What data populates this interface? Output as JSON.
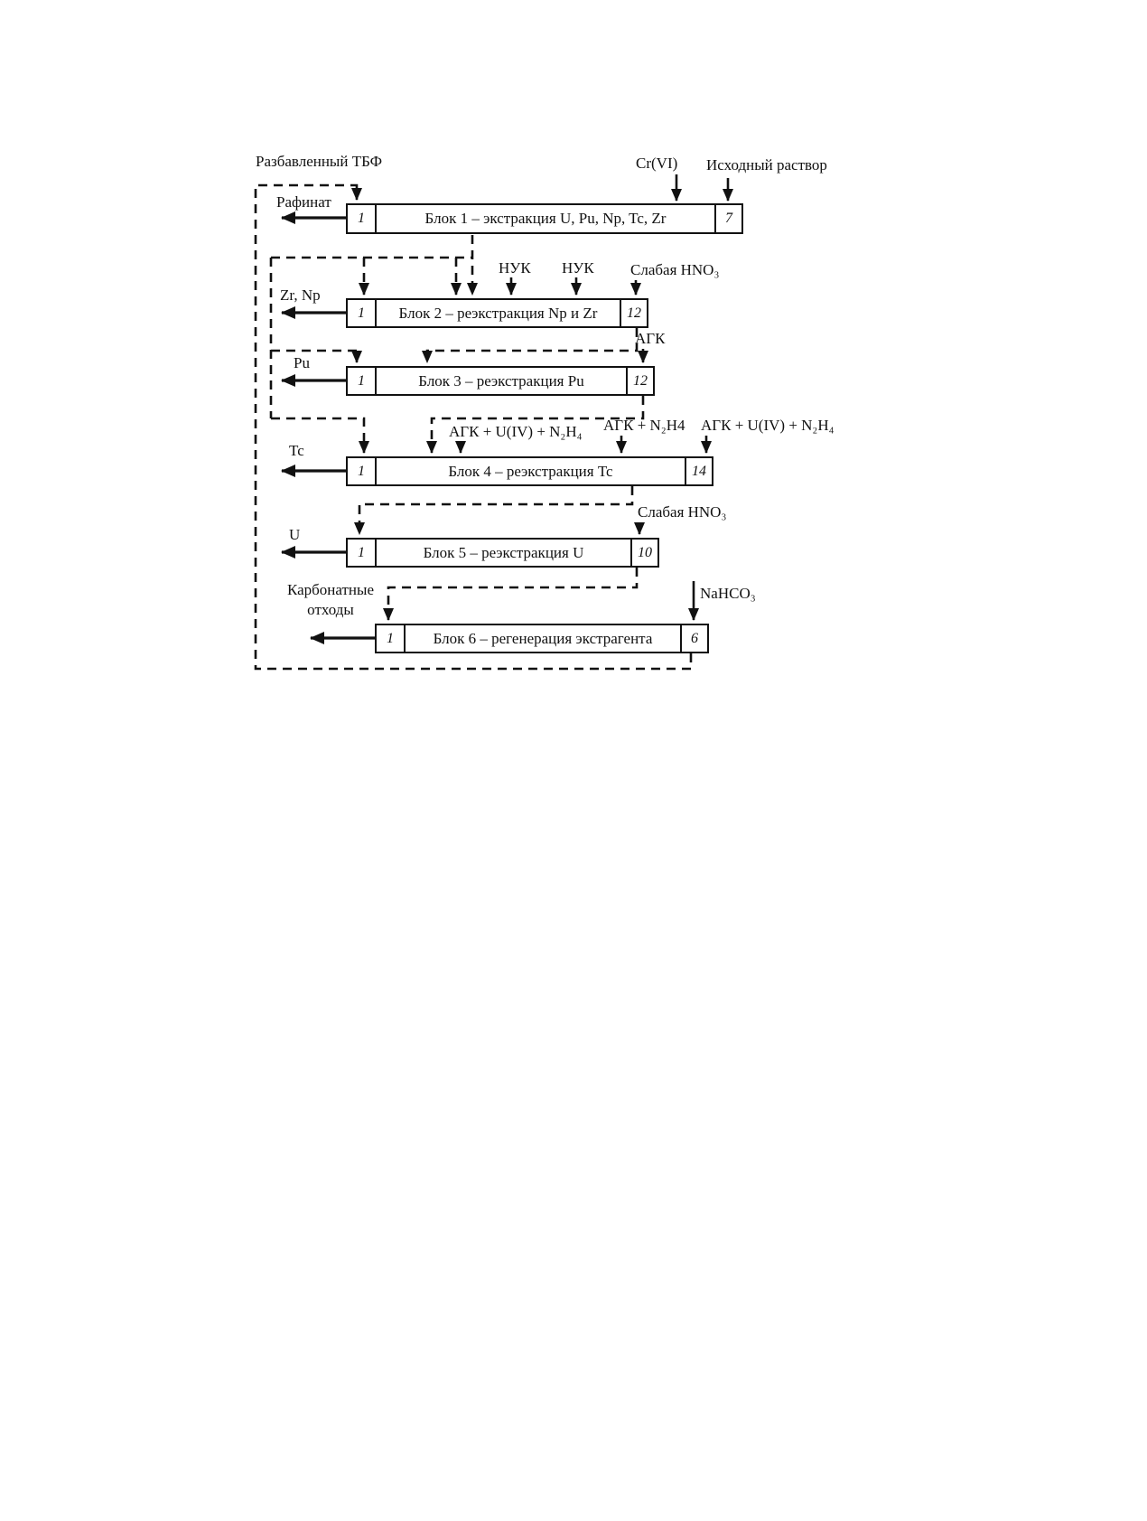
{
  "diagram": {
    "organic_feed_label": "Разбавленный ТБФ",
    "colors": {
      "line": "#111111",
      "background": "#ffffff"
    },
    "blocks": [
      {
        "name": "Блок 1 – экстракция U, Pu, Np, Tc, Zr",
        "stage_left": "1",
        "stage_right": "7",
        "output": "Рафинат",
        "inputs": [
          "Cr(VI)",
          "Исходный раствор"
        ]
      },
      {
        "name": "Блок 2 – реэкстракция Np и Zr",
        "stage_left": "1",
        "stage_right": "12",
        "output": "Zr, Np",
        "inputs": [
          "НУК",
          "НУК",
          "Слабая HNO₃"
        ]
      },
      {
        "name": "Блок 3 – реэкстракция Pu",
        "stage_left": "1",
        "stage_right": "12",
        "output": "Pu",
        "inputs": [
          "АГК"
        ]
      },
      {
        "name": "Блок 4 – реэкстракция Tc",
        "stage_left": "1",
        "stage_right": "14",
        "output": "Tc",
        "inputs": [
          "АГК + U(IV) + N₂H₄",
          "АГК + N₂H4",
          "АГК + U(IV) + N₂H₄"
        ]
      },
      {
        "name": "Блок 5 – реэкстракция U",
        "stage_left": "1",
        "stage_right": "10",
        "output": "U",
        "inputs": [
          "Слабая HNO₃"
        ]
      },
      {
        "name": "Блок 6 – регенерация экстрагента",
        "stage_left": "1",
        "stage_right": "6",
        "output": "Карбонатные отходы",
        "inputs": [
          "NaHCO₃"
        ]
      }
    ]
  }
}
